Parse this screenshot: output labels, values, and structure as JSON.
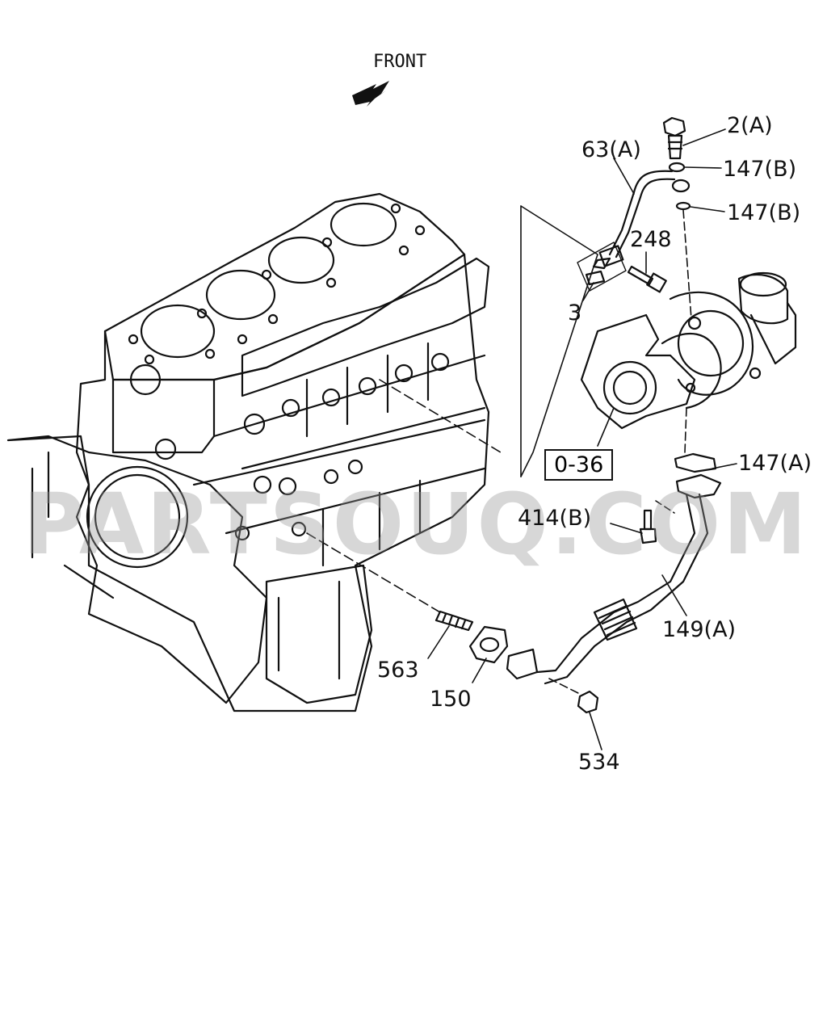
{
  "diagram": {
    "direction_label": "FRONT",
    "reference_box": "0-36",
    "watermark": "PARTSOUQ.COM",
    "part_labels": {
      "p2a": "2(A)",
      "p63a": "63(A)",
      "p147b_1": "147(B)",
      "p147b_2": "147(B)",
      "p248": "248",
      "p3": "3",
      "p147a": "147(A)",
      "p414b": "414(B)",
      "p149a": "149(A)",
      "p563": "563",
      "p150": "150",
      "p534": "534"
    }
  }
}
